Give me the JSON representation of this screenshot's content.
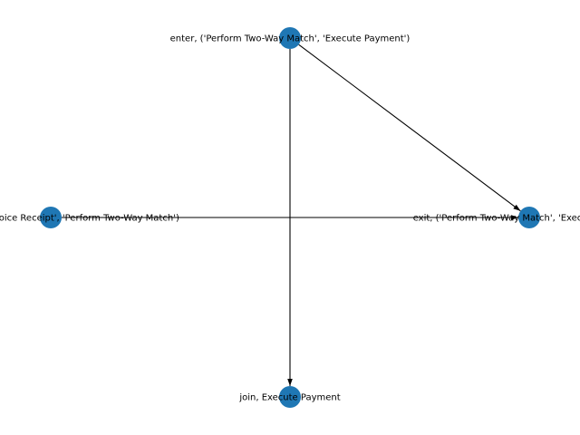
{
  "graph": {
    "node_color": "#1f77b4",
    "edge_color": "#000000",
    "nodes": [
      {
        "id": "enter",
        "label": "enter, ('Perform Two-Way Match', 'Execute Payment')"
      },
      {
        "id": "left",
        "label": "exit, ('Record Invoice Receipt', 'Perform Two-Way Match')"
      },
      {
        "id": "exit",
        "label": "exit, ('Perform Two-Way Match', 'Execute Payment')"
      },
      {
        "id": "join",
        "label": "join, Execute Payment"
      }
    ],
    "edges": [
      {
        "source": "enter",
        "target": "exit"
      },
      {
        "source": "enter",
        "target": "join"
      },
      {
        "source": "left",
        "target": "exit"
      }
    ]
  }
}
